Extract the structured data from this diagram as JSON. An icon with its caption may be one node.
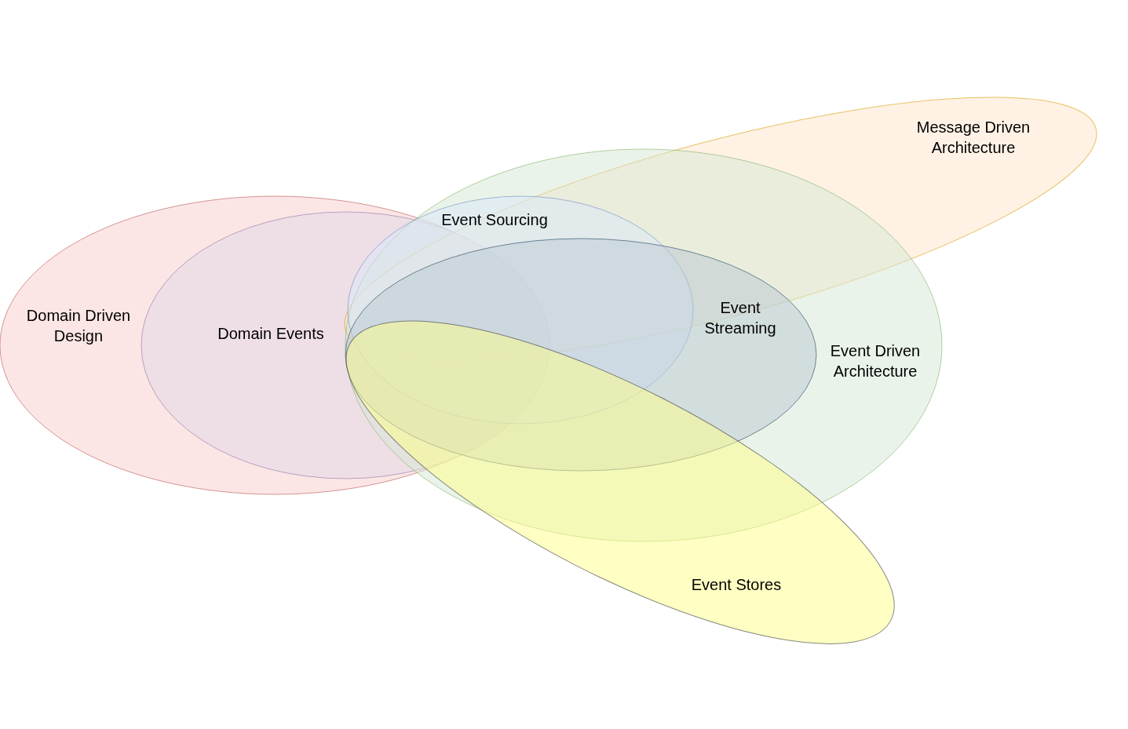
{
  "diagram": {
    "nodes": [
      {
        "text": [
          "Domain Driven Design"
        ]
      },
      {
        "text": [
          "Domain Events"
        ],
        "in": 0
      },
      {
        "text": [
          "Message Driven Architecture"
        ]
      },
      {
        "text": [
          "Event Driven Architecture"
        ]
      },
      {
        "text": [
          "Event Sourcing"
        ],
        "in": 3
      },
      {
        "text": [
          "Event Streaming"
        ],
        "in": 3
      },
      {
        "text": [
          "Event Stores"
        ]
      }
    ]
  }
}
